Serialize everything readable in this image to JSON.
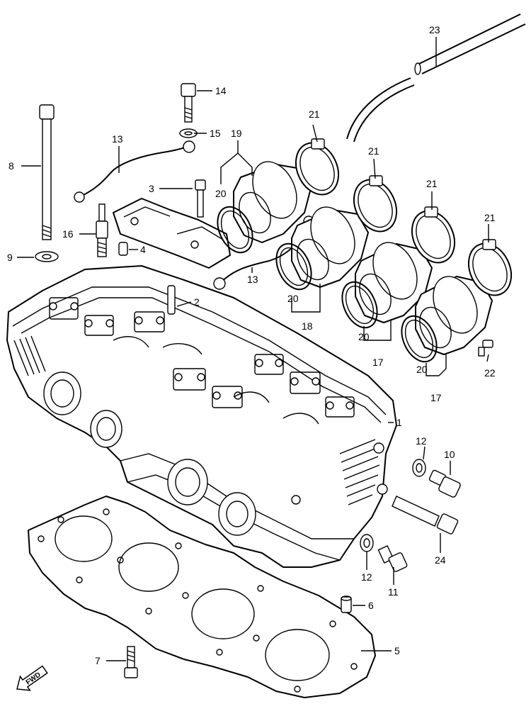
{
  "parts": [
    {
      "key": "p1",
      "label": "1"
    },
    {
      "key": "p2",
      "label": "2"
    },
    {
      "key": "p3",
      "label": "3"
    },
    {
      "key": "p4",
      "label": "4"
    },
    {
      "key": "p5",
      "label": "5"
    },
    {
      "key": "p6",
      "label": "6"
    },
    {
      "key": "p7",
      "label": "7"
    },
    {
      "key": "p8",
      "label": "8"
    },
    {
      "key": "p9",
      "label": "9"
    },
    {
      "key": "p10",
      "label": "10"
    },
    {
      "key": "p11",
      "label": "11"
    },
    {
      "key": "p12a",
      "label": "12"
    },
    {
      "key": "p12b",
      "label": "12"
    },
    {
      "key": "p13a",
      "label": "13"
    },
    {
      "key": "p13b",
      "label": "13"
    },
    {
      "key": "p14",
      "label": "14"
    },
    {
      "key": "p15",
      "label": "15"
    },
    {
      "key": "p16",
      "label": "16"
    },
    {
      "key": "p17a",
      "label": "17"
    },
    {
      "key": "p17b",
      "label": "17"
    },
    {
      "key": "p18",
      "label": "18"
    },
    {
      "key": "p19",
      "label": "19"
    },
    {
      "key": "p20a",
      "label": "20"
    },
    {
      "key": "p20b",
      "label": "20"
    },
    {
      "key": "p20c",
      "label": "20"
    },
    {
      "key": "p20d",
      "label": "20"
    },
    {
      "key": "p21a",
      "label": "21"
    },
    {
      "key": "p21b",
      "label": "21"
    },
    {
      "key": "p21c",
      "label": "21"
    },
    {
      "key": "p21d",
      "label": "21"
    },
    {
      "key": "p22",
      "label": "22"
    },
    {
      "key": "p23",
      "label": "23"
    },
    {
      "key": "p24",
      "label": "24"
    }
  ],
  "fwd_badge": "FWD"
}
